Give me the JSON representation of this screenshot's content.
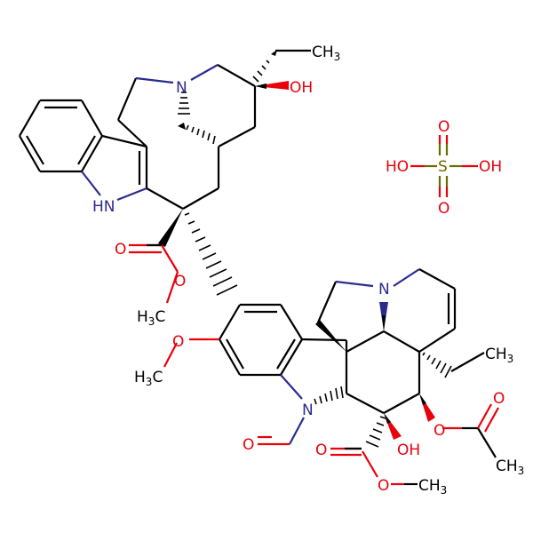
{
  "diagram": {
    "type": "chemical-structure",
    "compound": "vincristine sulfate",
    "colors": {
      "carbon": "#000000",
      "oxygen": "#e8000b",
      "nitrogen": "#2b2b8f",
      "sulfur": "#6b6b00"
    },
    "labels": {
      "ch3_top": "CH",
      "ch3_top_sub": "3",
      "oh_top": "OH",
      "n_top": "N",
      "hn_indole": "HN",
      "o_ester1_carbonyl": "O",
      "o_ester1_ether": "O",
      "h3c_ester1": "H",
      "h3c_ester1_sub": "3",
      "h3c_ester1_c": "C",
      "o_methoxy": "O",
      "h3c_methoxy": "H",
      "h3c_methoxy_sub": "3",
      "h3c_methoxy_c": "C",
      "n_formyl": "N",
      "o_formyl": "O",
      "n_bottom": "N",
      "ch3_ethyl": "CH",
      "ch3_ethyl_sub": "3",
      "o_acetyl_carbonyl": "O",
      "o_acetyl_ether": "O",
      "ch3_acetyl": "CH",
      "ch3_acetyl_sub": "3",
      "oh_bottom": "OH",
      "o_ester2_carbonyl": "O",
      "o_ester2_ether": "O",
      "ch3_ester2": "CH",
      "ch3_ester2_sub": "3",
      "sulfate": {
        "s": "S",
        "o_top": "O",
        "o_bottom": "O",
        "ho_left": "HO",
        "oh_right": "OH"
      }
    }
  }
}
